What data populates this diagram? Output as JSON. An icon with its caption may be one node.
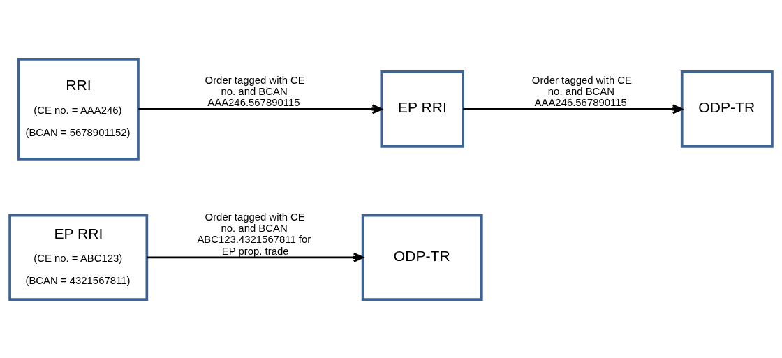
{
  "diagram": {
    "nodes": [
      {
        "text": [
          "EP RRI",
          "(CE no. = ABC123)",
          "(BCAN = 4321567811)"
        ]
      },
      {
        "text": [
          "ODP-TR"
        ]
      },
      {
        "text": [
          "RRI",
          "(CE no. = AAA246)",
          "(BCAN = 5678901152)"
        ]
      },
      {
        "text": [
          "EP RRI"
        ]
      },
      {
        "text": [
          "ODP-TR"
        ]
      }
    ],
    "edges": [
      {
        "from": 0,
        "to": 1,
        "arrow": "to",
        "label": "Order tagged with CE no. and BCAN ABC123.4321567811 for EP prop. trade"
      },
      {
        "from": 2,
        "to": 3,
        "arrow": "to",
        "label": "Order tagged with CE no. and BCAN AAA246.567890115"
      },
      {
        "from": 3,
        "to": 4,
        "arrow": "to",
        "label": "Order tagged with CE no. and BCAN AAA246.567890115"
      }
    ]
  }
}
